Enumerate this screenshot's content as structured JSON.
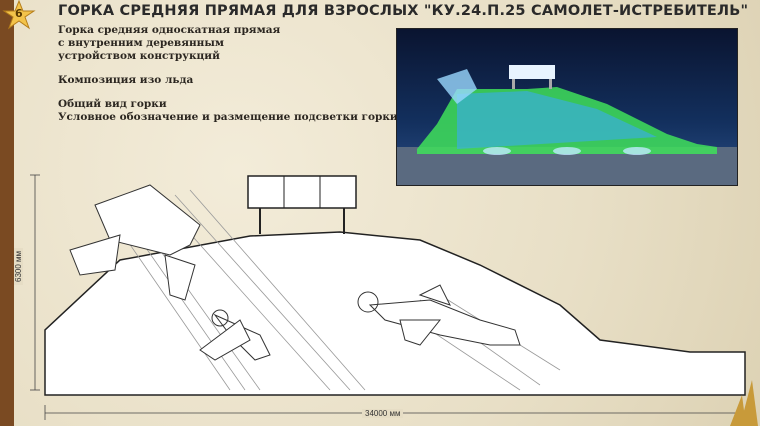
{
  "badge_number": "6",
  "title": "ГОРКА СРЕДНЯЯ ПРЯМАЯ ДЛЯ ВЗРОСЛЫХ \"КУ.24.П.25 САМОЛЕТ-ИСТРЕБИТЕЛЬ\"",
  "description": [
    "Горка средняя односкатная прямая",
    "с внутренним деревянным",
    "устройством конструкций"
  ],
  "composition": "Композиция изо льда",
  "legend": [
    "Общий вид горки",
    "Условное обозначение и размещение подсветки горки"
  ],
  "dimensions": {
    "height": "6300 мм",
    "length": "34000 мм"
  },
  "colors": {
    "paper": "#ece4cf",
    "frame": "#7a4a22",
    "glow_green": "#3fe05a",
    "glow_blue": "#3aa8ff"
  }
}
